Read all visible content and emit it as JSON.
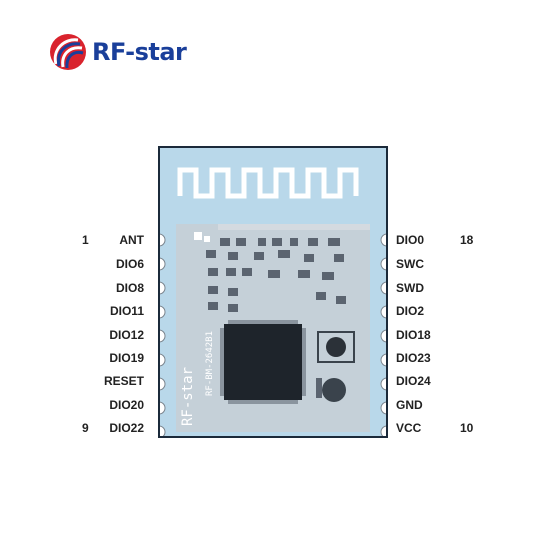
{
  "brand": {
    "name": "RF-star"
  },
  "module": {
    "silkscreen_left": "RF-star",
    "silkscreen_chip": "RF-BM-2642B1"
  },
  "left_pins": [
    "ANT",
    "DIO6",
    "DIO8",
    "DIO11",
    "DIO12",
    "DIO19",
    "RESET",
    "DIO20",
    "DIO22"
  ],
  "right_pins": [
    "DIO0",
    "SWC",
    "SWD",
    "DIO2",
    "DIO18",
    "DIO23",
    "DIO24",
    "GND",
    "VCC"
  ],
  "pin_numbers": {
    "left_top": "1",
    "left_bottom": "9",
    "right_top": "18",
    "right_bottom": "10"
  },
  "colors": {
    "brand_blue": "#1a3f9a",
    "brand_red": "#d9232d",
    "pcb": "#b9d8ea",
    "shield": "#c7cfd6"
  }
}
